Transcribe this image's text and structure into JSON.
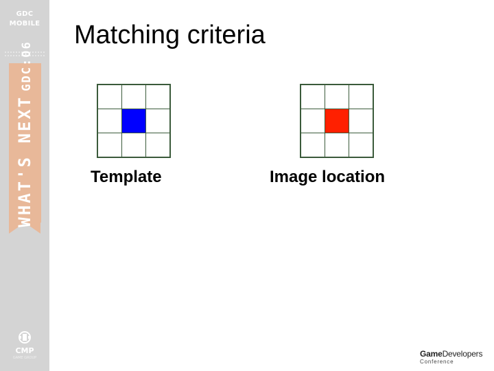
{
  "sidebar": {
    "brand_line1": "GDC",
    "brand_line2": "MOBILE",
    "ribbon_main": "WHAT'S NEXT",
    "ribbon_sub": "GDC:06",
    "cmp_text": "CMP",
    "cmp_subtext": "GAME GROUP"
  },
  "slide": {
    "title": "Matching criteria",
    "template_caption": "Template",
    "image_caption": "Image location",
    "template_center_color": "#0000ff",
    "image_center_color": "#ff2000"
  },
  "footer": {
    "logo_game": "Game",
    "logo_developers": "Developers",
    "logo_conference": "Conference"
  }
}
